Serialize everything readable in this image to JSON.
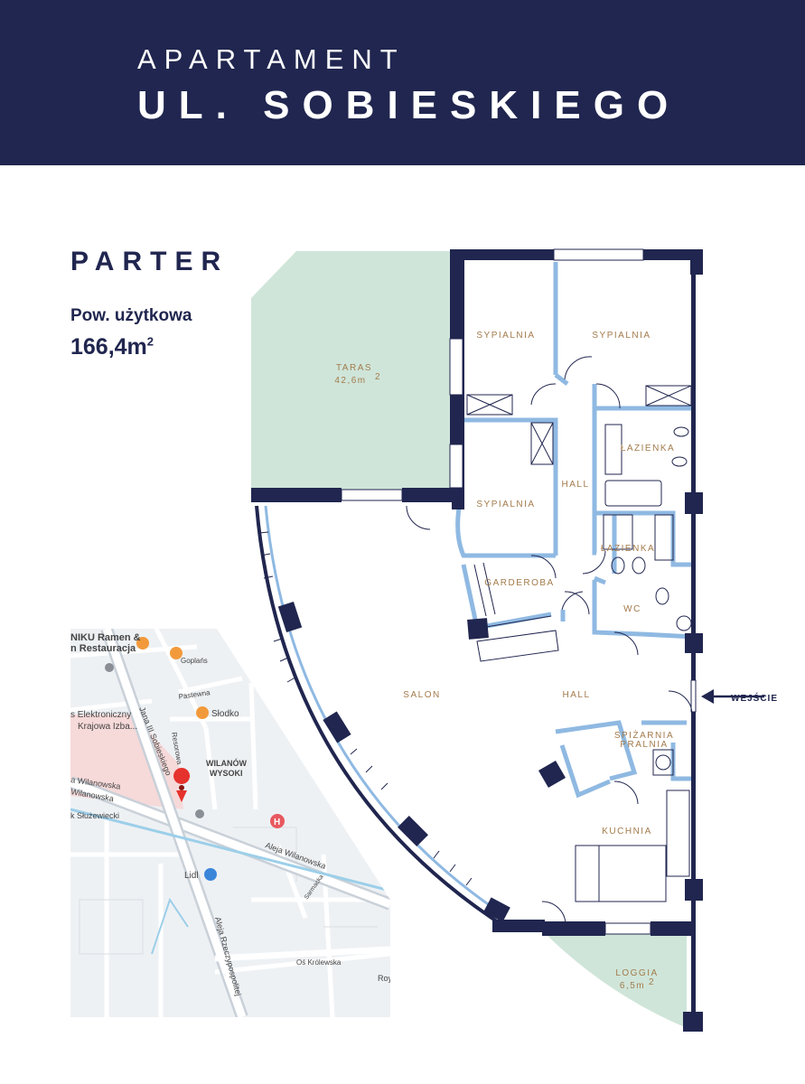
{
  "header": {
    "line1": "APARTAMENT",
    "line2": "UL. SOBIESKIEGO",
    "background": "#20264f"
  },
  "floor": {
    "name": "PARTER",
    "area_label": "Pow. użytkowa",
    "area_value": "166,4m",
    "area_unit_sup": "2"
  },
  "rooms": {
    "taras": "TARAS",
    "taras_area": "42,6m",
    "sup": "2",
    "sypialnia_1": "SYPIALNIA",
    "sypialnia_2": "SYPIALNIA",
    "sypialnia_3": "SYPIALNIA",
    "lazienka_1": "ŁAZIENKA",
    "lazienka_2": "ŁAZIENKA",
    "hall_1": "HALL",
    "hall_2": "HALL",
    "garderoba": "GARDEROBA",
    "wc": "WC",
    "salon": "SALON",
    "spizarnia": "SPIŻARNIA",
    "pralnia": "PRALNIA",
    "kuchnia": "KUCHNIA",
    "loggia": "LOGGIA",
    "loggia_area": "6,5m"
  },
  "entry": "WEJŚCIE",
  "map": {
    "labels": {
      "restaurant_1": "NIKU Ramen &",
      "restaurant_2": "n Restauracja",
      "goplanska": "Goplańs",
      "pastewna": "Pastewna",
      "slodko": "Słodko",
      "resorowa": "Resorowa",
      "electronic_1": "s Elektroniczny",
      "electronic_2": "Krajowa Izba...",
      "sobieskiego": "Jana III Sobieskiego",
      "wilanow_1": "WILANÓW",
      "wilanow_2": "WYSOKI",
      "wilanowska_1": "a Wilanowska",
      "wilanowska_2": "Wilanowska",
      "sluzewiecki": "k Służewiecki",
      "aleja_wilanowska": "Aleja Wilanowska",
      "lidl": "Lidl",
      "rzeczypospolitej": "Aleja Rzeczypospolitej",
      "samsonka": "Sarmacka",
      "krolewska": "Oś Królewska",
      "roy": "Roy"
    }
  },
  "colors": {
    "navy": "#20264f",
    "wall_inner": "#8fb9e2",
    "terrace": "#cfe5d9",
    "label": "#a37b4c"
  }
}
